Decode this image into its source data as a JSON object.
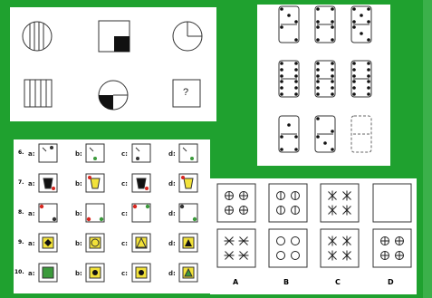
{
  "puzzle1": {
    "question_mark": "?"
  },
  "puzzle3": {
    "rows": [
      {
        "number": "6.",
        "options": [
          "a:",
          "b:",
          "c:",
          "d:"
        ]
      },
      {
        "number": "7.",
        "options": [
          "a:",
          "b:",
          "c:",
          "d:"
        ]
      },
      {
        "number": "8.",
        "options": [
          "a:",
          "b:",
          "c:",
          "d:"
        ]
      },
      {
        "number": "9.",
        "options": [
          "a:",
          "b:",
          "c:",
          "d:"
        ]
      },
      {
        "number": "10.",
        "options": [
          "a:",
          "b:",
          "c:",
          "d:"
        ]
      }
    ]
  },
  "puzzle4": {
    "answer_labels": [
      "A",
      "B",
      "C",
      "D"
    ]
  },
  "colors": {
    "background": "#1fa12f",
    "yellow": "#f2e23a",
    "red": "#d8261f",
    "green": "#3b9a3b"
  }
}
